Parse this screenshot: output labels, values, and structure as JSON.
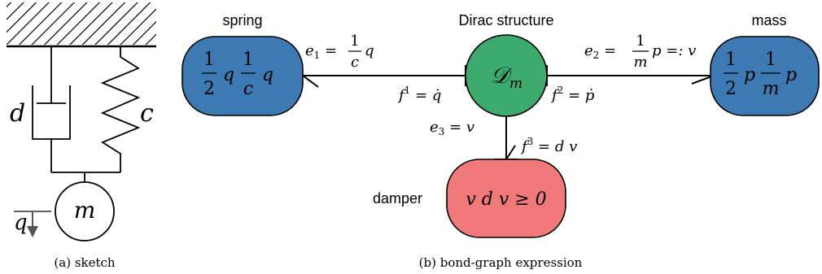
{
  "colors": {
    "spring_fill": "#3d7ab3",
    "dirac_fill": "#3daa6e",
    "damper_fill": "#f07a7a",
    "mass_fill": "#3d7ab3",
    "stroke": "#000000",
    "arrow_grey": "#555555"
  },
  "sketch": {
    "label_damper": "d",
    "label_spring": "c",
    "label_mass": "m",
    "label_coord": "q",
    "caption": "(a) sketch"
  },
  "bondgraph": {
    "caption": "(b) bond-graph expression",
    "spring": {
      "title": "spring",
      "expr": {
        "f1_num": "1",
        "f1_den": "2",
        "v1": "q",
        "f2_num": "1",
        "f2_den": "c",
        "v2": "q"
      }
    },
    "dirac": {
      "title": "Dirac structure",
      "symbol": "𝒟",
      "subscript": "m"
    },
    "mass": {
      "title": "mass",
      "expr": {
        "f1_num": "1",
        "f1_den": "2",
        "v1": "p",
        "f2_num": "1",
        "f2_den": "m",
        "v2": "p"
      }
    },
    "damper": {
      "title": "damper",
      "expr": "v d v ≥ 0"
    },
    "bond_spring": {
      "effort_lhs": "e",
      "effort_sub": "1",
      "effort_frac_num": "1",
      "effort_frac_den": "c",
      "effort_var": "q",
      "flow_lhs": "f",
      "flow_sup": "1",
      "flow_rhs": "q̇"
    },
    "bond_mass": {
      "effort_lhs": "e",
      "effort_sub": "2",
      "effort_frac_num": "1",
      "effort_frac_den": "m",
      "effort_rest": "p =: v",
      "flow_lhs": "f",
      "flow_sup": "2",
      "flow_rhs": "ṗ"
    },
    "bond_damper": {
      "effort_lhs": "e",
      "effort_sub": "3",
      "effort_rhs": "v",
      "flow_lhs": "f",
      "flow_sup": "3",
      "flow_rhs": "d v"
    }
  }
}
